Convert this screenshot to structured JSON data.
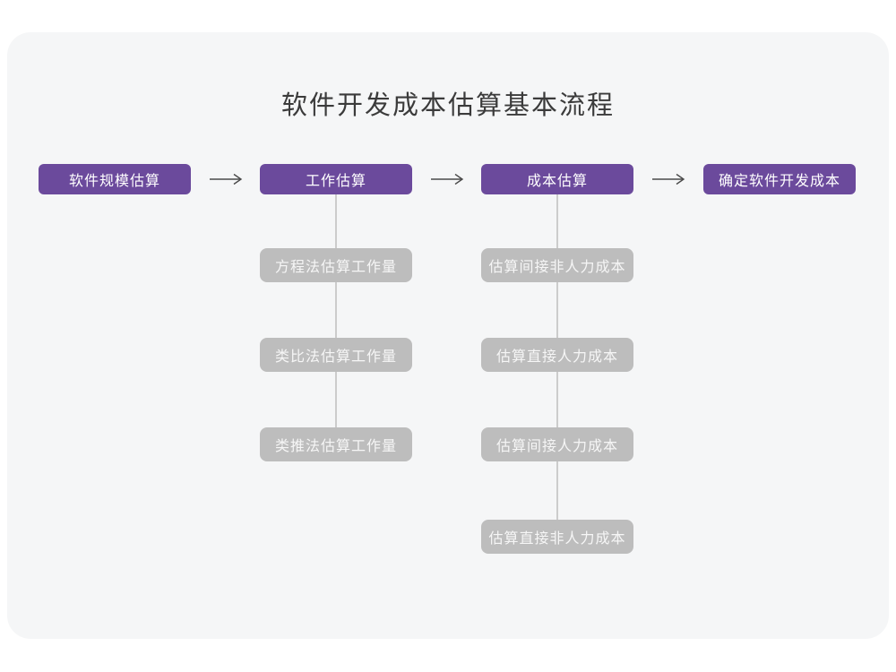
{
  "title": "软件开发成本估算基本流程",
  "flow": {
    "steps": [
      {
        "label": "软件规模估算"
      },
      {
        "label": "工作估算"
      },
      {
        "label": "成本估算"
      },
      {
        "label": "确定软件开发成本"
      }
    ],
    "arrow_icon": "right-arrow"
  },
  "work_substeps": [
    "方程法估算工作量",
    "类比法估算工作量",
    "类推法估算工作量"
  ],
  "cost_substeps": [
    "估算间接非人力成本",
    "估算直接人力成本",
    "估算间接人力成本",
    "估算直接非人力成本"
  ],
  "colors": {
    "primary_node": "#6b4a9c",
    "substep_node": "#bdbdbd",
    "connector_line": "#cccccc",
    "arrow": "#4a4a4a",
    "canvas_background": "#f5f6f7",
    "page_background": "#ffffff",
    "title_text": "#3b3b3b"
  }
}
